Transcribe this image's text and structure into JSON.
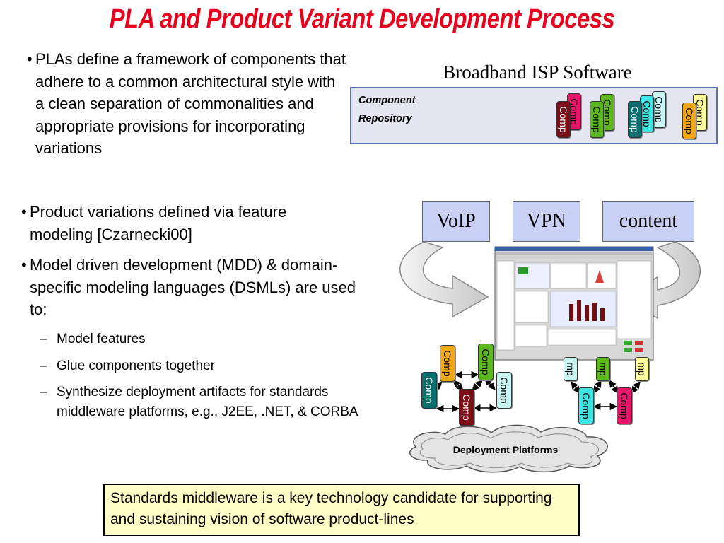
{
  "title": "PLA and Product Variant Development Process",
  "bullets": [
    "PLAs define a framework of components that adhere to a common architectural style with a clean separation of commonalities and appropriate provisions for incorporating variations",
    "Product variations defined via feature modeling [Czarnecki00]",
    "Model driven development (MDD) & domain-specific modeling languages (DSMLs) are used to:"
  ],
  "sub_bullets": [
    "Model features",
    "Glue components together",
    "Synthesize deployment artifacts for standards middleware platforms, e.g., J2EE, .NET, & CORBA"
  ],
  "bullet_marker": "•",
  "sub_marker": "–",
  "diagram": {
    "software_title": "Broadband ISP Software",
    "repository_label_1": "Component",
    "repository_label_2": "Repository",
    "component_label": "Comp",
    "component_fragment": "mp",
    "features": [
      "VoIP",
      "VPN",
      "content"
    ],
    "deployment": "Deployment Platforms",
    "colors": {
      "maroon": "#7a0d16",
      "pink": "#e6176a",
      "green": "#5cb81e",
      "teal": "#0b6e6e",
      "cyan": "#3fe4e4",
      "lightcyan": "#c8f4f4",
      "orange": "#f0a818",
      "yellow": "#ffffa0",
      "feature_box": "#c9d0f5",
      "title_red": "#e8001c"
    }
  },
  "callout": "Standards middleware is a key technology candidate for supporting and sustaining vision of software product-lines"
}
